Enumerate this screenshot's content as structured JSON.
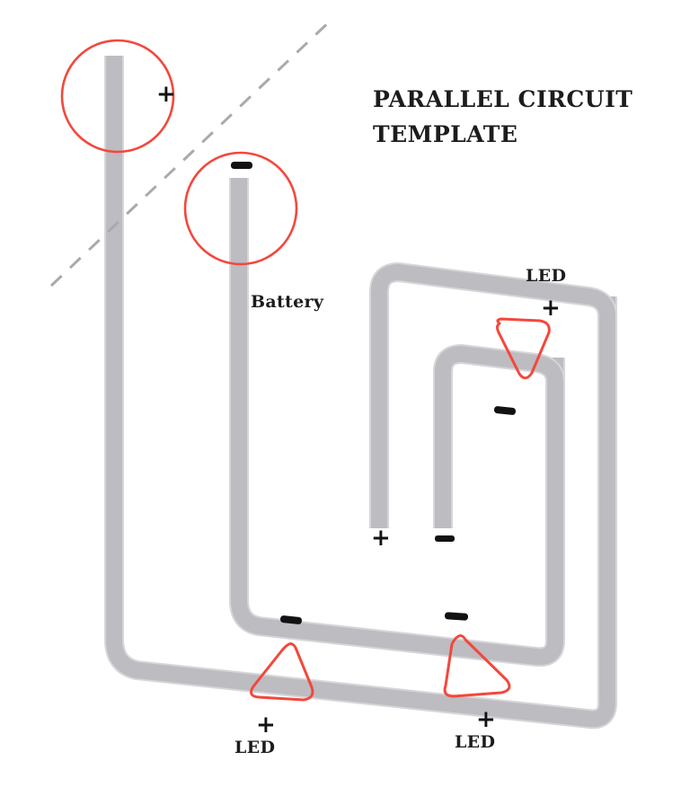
{
  "document": {
    "title_line_1": "PARALLEL CIRCUIT",
    "title_line_2": "TEMPLATE",
    "background_color": "#ffffff"
  },
  "colors": {
    "wire": "#bcbcc1",
    "wire_edge": "#d6d6da",
    "marker_red": "#f4473c",
    "fold_line": "#a9a9ae",
    "text": "#1b1c1e"
  },
  "components": {
    "battery": {
      "label": "Battery",
      "positive_sign": "+",
      "negative_sign": "‒"
    },
    "leds": [
      {
        "name": "led-top-right",
        "label": "LED",
        "positive_sign": "+",
        "negative_sign": "‒"
      },
      {
        "name": "led-bottom-left",
        "label": "LED",
        "positive_sign": "+",
        "negative_sign": "‒"
      },
      {
        "name": "led-bottom-right",
        "label": "LED",
        "positive_sign": "+",
        "negative_sign": "‒"
      }
    ],
    "middle_terminals": {
      "positive_sign": "+",
      "negative_sign": "‒"
    }
  },
  "annotations": {
    "fold_line_style": "dashed",
    "terminal_marker_shape": "circle",
    "led_marker_shape": "rounded-triangle"
  }
}
